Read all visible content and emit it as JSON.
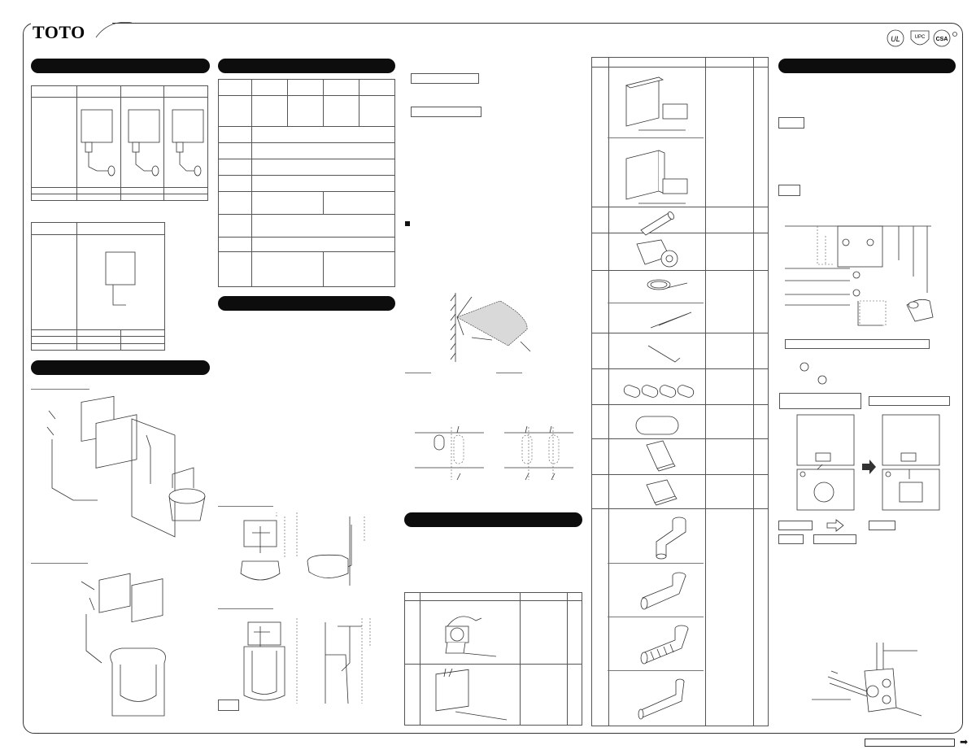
{
  "brand": {
    "logo_text": "TOTO"
  },
  "certifications": [
    {
      "icon": "ul-mark-icon",
      "text": "UL"
    },
    {
      "icon": "upc-mark-icon",
      "text": "UPC"
    },
    {
      "icon": "csa-mark-icon",
      "text": "CSA"
    }
  ],
  "footer": {
    "next_icon": "arrow-right-icon",
    "next_glyph": "➡"
  },
  "colors": {
    "heading_bar": "#0d0d0d",
    "line": "#333333",
    "background": "#ffffff"
  }
}
